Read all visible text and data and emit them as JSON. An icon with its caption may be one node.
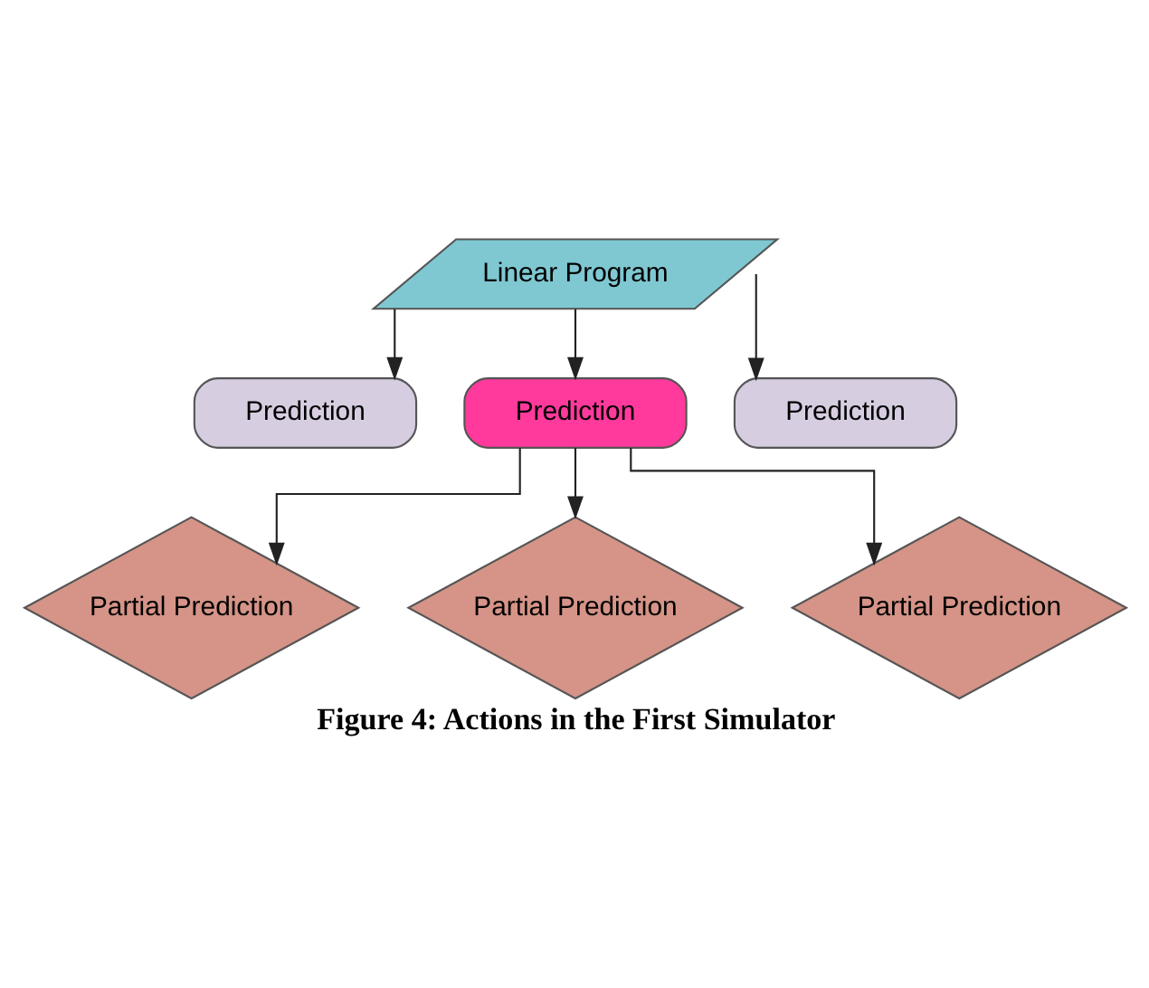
{
  "diagram": {
    "caption": "Figure 4: Actions in the First Simulator",
    "nodes": [
      {
        "text": [
          "Linear Program"
        ]
      },
      {
        "text": [
          "Prediction"
        ]
      },
      {
        "text": [
          "Prediction"
        ]
      },
      {
        "text": [
          "Prediction"
        ]
      },
      {
        "text": [
          "Partial Prediction"
        ]
      },
      {
        "text": [
          "Partial Prediction"
        ]
      },
      {
        "text": [
          "Partial Prediction"
        ]
      }
    ],
    "edges": [
      {
        "from": 0,
        "to": 1,
        "arrow": "to"
      },
      {
        "from": 0,
        "to": 2,
        "arrow": "to"
      },
      {
        "from": 0,
        "to": 3,
        "arrow": "to"
      },
      {
        "from": 2,
        "to": 4,
        "arrow": "to"
      },
      {
        "from": 2,
        "to": 5,
        "arrow": "to"
      },
      {
        "from": 2,
        "to": 6,
        "arrow": "to"
      }
    ]
  }
}
